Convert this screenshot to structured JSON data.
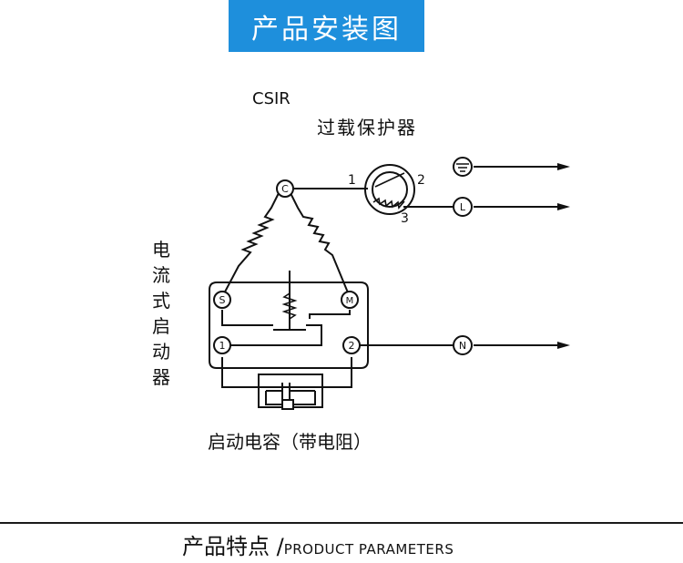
{
  "header": {
    "title": "产品安装图"
  },
  "diagram": {
    "model": "CSIR",
    "overload_label": "过载保护器",
    "overload_terminals": [
      "1",
      "2",
      "3"
    ],
    "compressor_terminal": "C",
    "relay_label_chars": [
      "电",
      "流",
      "式",
      "启",
      "动",
      "器"
    ],
    "relay_terminals": [
      "S",
      "M",
      "1",
      "2"
    ],
    "line_terminals": [
      "L",
      "N"
    ],
    "ground_symbol": "ground-icon",
    "capacitor_label": "启动电容（带电阻）"
  },
  "footer": {
    "title": "产品特点 /",
    "subtitle": "PRODUCT PARAMETERS"
  },
  "colors": {
    "banner": "#1e8fdc",
    "line": "#111111"
  }
}
